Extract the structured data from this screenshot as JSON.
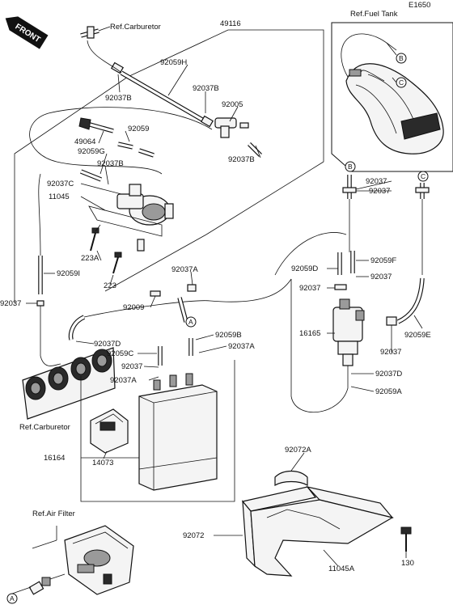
{
  "diagram_code": "E1650",
  "front_badge": "FRONT",
  "labels": {
    "ref_carburetor_top": "Ref.Carburetor",
    "ref_fuel_tank": "Ref.Fuel Tank",
    "ref_carburetor_left": "Ref.Carburetor",
    "ref_air_filter": "Ref.Air Filter",
    "p49116": "49116",
    "p92059H": "92059H",
    "p92037B_a": "92037B",
    "p92037B_b": "92037B",
    "p92005": "92005",
    "p92037B_c": "92037B",
    "p49064": "49064",
    "p92059": "92059",
    "p92059G": "92059G",
    "p92037B_d": "92037B",
    "p92037C": "92037C",
    "p11045": "11045",
    "p223A": "223A",
    "p223": "223",
    "p92059I": "92059I",
    "p92037_left": "92037",
    "p92009": "92009",
    "p92037A_a": "92037A",
    "p92037D_a": "92037D",
    "p92059C": "92059C",
    "p92037_mid": "92037",
    "p92037A_b": "92037A",
    "p92059B": "92059B",
    "p92037A_c": "92037A",
    "p16164": "16164",
    "p14073": "14073",
    "p92037_r1": "92037",
    "p92037_r2": "92037",
    "p92059D": "92059D",
    "p92059F": "92059F",
    "p92037_r3": "92037",
    "p92037_r4": "92037",
    "p16165": "16165",
    "p92037_r5": "92037",
    "p92059E": "92059E",
    "p92037D_b": "92037D",
    "p92059A": "92059A",
    "p92072A": "92072A",
    "p92072": "92072",
    "p11045A": "11045A",
    "p130": "130"
  },
  "markers": {
    "A": "A",
    "B": "B",
    "C": "C"
  }
}
